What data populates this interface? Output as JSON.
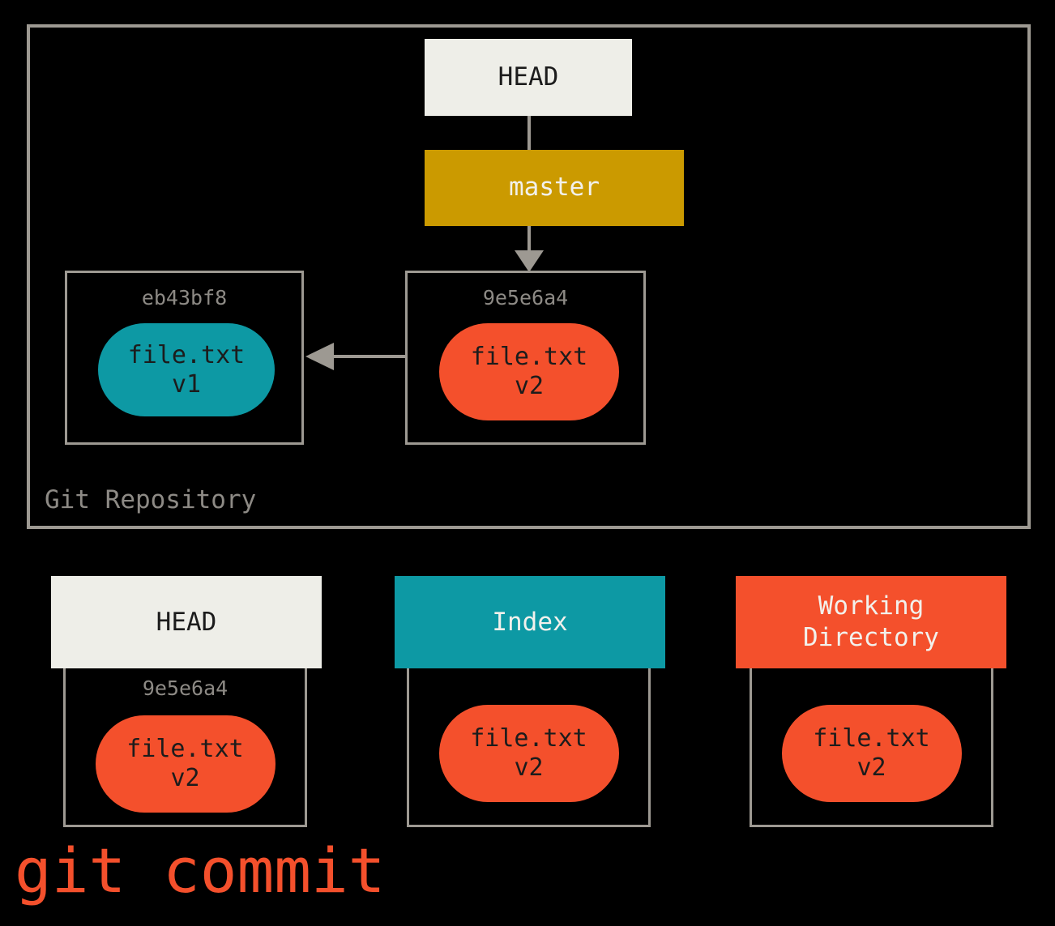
{
  "diagram": {
    "caption": "git commit",
    "repository": {
      "label": "Git Repository",
      "refs": {
        "head": "HEAD",
        "branch": "master"
      },
      "commits": [
        {
          "hash": "eb43bf8",
          "blob_name": "file.txt",
          "blob_version": "v1",
          "blob_text": "file.txt\nv1",
          "blob_color": "#0d99a4"
        },
        {
          "hash": "9e5e6a4",
          "blob_name": "file.txt",
          "blob_version": "v2",
          "blob_text": "file.txt\nv2",
          "blob_color": "#f4502c"
        }
      ]
    },
    "areas": [
      {
        "title": "HEAD",
        "hash": "9e5e6a4",
        "blob_text": "file.txt\nv2",
        "header_color": "#eeeee8",
        "header_text_color": "#1c1c1c"
      },
      {
        "title": "Index",
        "hash": "",
        "blob_text": "file.txt\nv2",
        "header_color": "#0d99a4",
        "header_text_color": "#f2f1ec"
      },
      {
        "title": "Working\nDirectory",
        "hash": "",
        "blob_text": "file.txt\nv2",
        "header_color": "#f4502c",
        "header_text_color": "#f2f1ec"
      }
    ],
    "colors": {
      "background": "#000000",
      "line": "#9d9992",
      "muted_text": "#8d8a85",
      "cream": "#eeeee8",
      "gold": "#cb9a00",
      "teal": "#0d99a4",
      "orange": "#f4502c"
    }
  }
}
